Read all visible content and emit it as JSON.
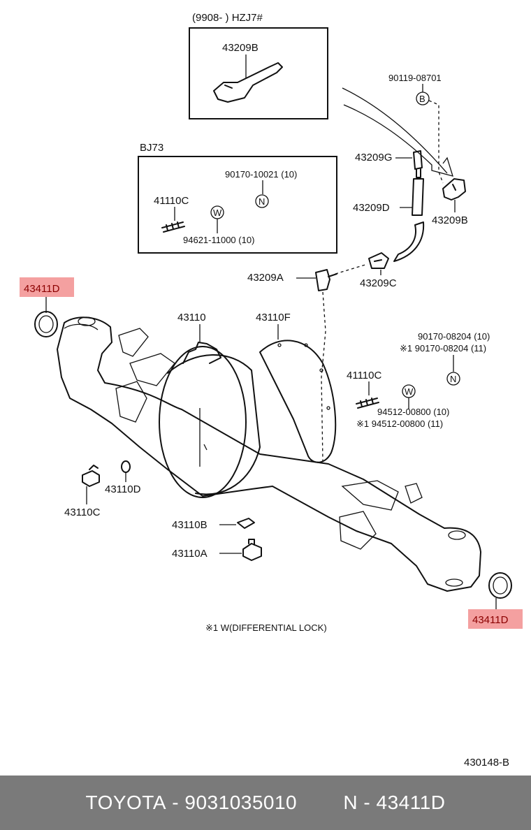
{
  "diagram": {
    "box1_header": "(9908-      ) HZJ7#",
    "box1_part": "43209B",
    "box2_header": "BJ73",
    "box2_parts": {
      "n_part": "90170-10021 (10)",
      "stud": "41110C",
      "w_part": "94621-11000 (10)"
    },
    "parts": {
      "p90119": "90119-08701",
      "p43209G": "43209G",
      "p43209D": "43209D",
      "p43209B": "43209B",
      "p43209A": "43209A",
      "p43209C": "43209C",
      "p43110": "43110",
      "p43110F": "43110F",
      "p90170a": "90170-08204 (10)",
      "p90170b": "※1 90170-08204 (11)",
      "p41110C": "41110C",
      "p94512a": "94512-00800 (10)",
      "p94512b": "※1 94512-00800 (11)",
      "p43110D": "43110D",
      "p43110C": "43110C",
      "p43110B": "43110B",
      "p43110A": "43110A"
    },
    "highlight_left": "43411D",
    "highlight_right": "43411D",
    "letters": {
      "b": "B",
      "n": "N",
      "w": "W"
    },
    "note": "※1 W(DIFFERENTIAL LOCK)",
    "code": "430148-B",
    "highlight_color": "#f4a0a0"
  },
  "footer": {
    "brand": "TOYOTA",
    "sep1": " - ",
    "part_number": "9031035010",
    "gap": "        ",
    "prefix": "N",
    "sep2": " - ",
    "item": "43411D"
  }
}
